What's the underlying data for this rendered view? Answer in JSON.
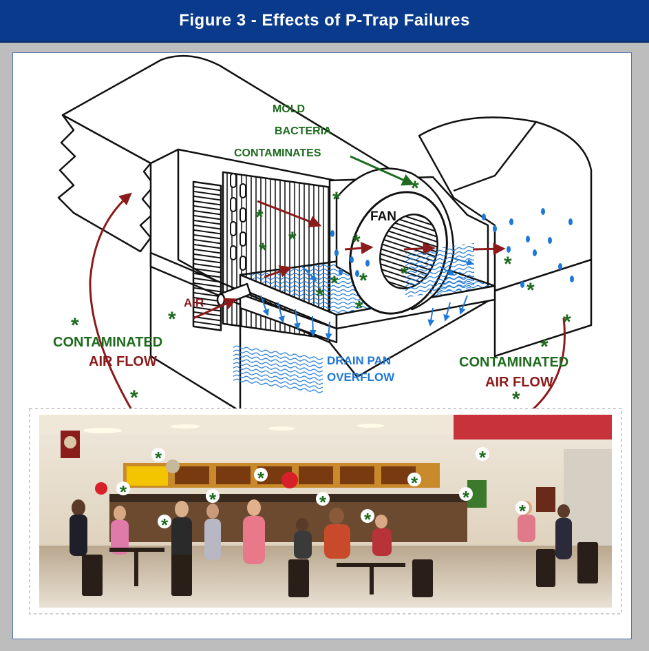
{
  "figure": {
    "title": "Figure 3 - Effects of P-Trap Failures"
  },
  "labels": {
    "mold": "MOLD",
    "bacteria": "BACTERIA",
    "contaminates": "CONTAMINATES",
    "fan": "FAN",
    "air": "AIR",
    "left_line1": "CONTAMINATED",
    "left_line2": "AIR FLOW",
    "right_line1": "CONTAMINATED",
    "right_line2": "AIR FLOW",
    "drain_line1": "DRAIN PAN",
    "drain_line2": "OVERFLOW",
    "asterisk": "*"
  },
  "colors": {
    "title_bar": "#0a3a8c",
    "contaminant_green": "#1e6b1e",
    "airflow_red": "#8b1a1a",
    "water_blue": "#1e78d6",
    "frame_border": "#4a6fb5",
    "background_gray": "#bdbdbd"
  },
  "photo": {
    "description_icon": "food-court-photo"
  }
}
